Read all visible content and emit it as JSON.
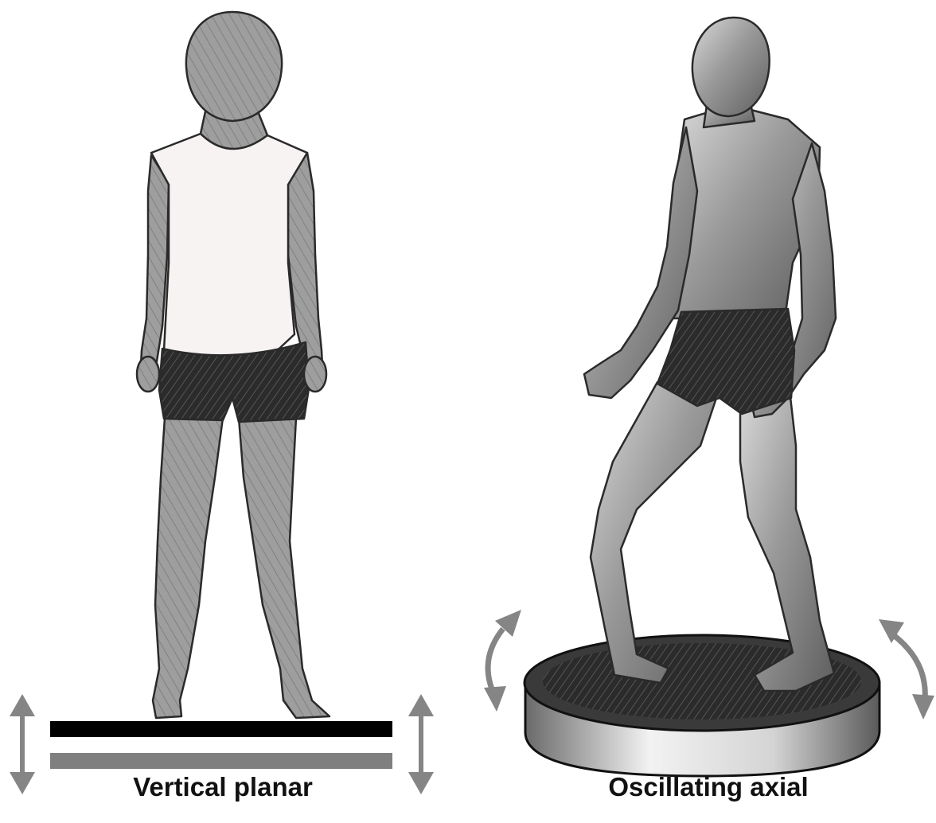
{
  "panels": [
    {
      "id": "vertical",
      "caption": "Vertical planar",
      "figure": "standing-person-sketch",
      "motion_icon": "up-down-arrow-icon",
      "platform": "flat-plate-pair"
    },
    {
      "id": "oscillating",
      "caption": "Oscillating axial",
      "figure": "bent-knee-person-sketch",
      "motion_icon": "curved-double-arrow-icon",
      "platform": "round-platform"
    }
  ],
  "colors": {
    "background": "#ffffff",
    "outline": "#2a2a2a",
    "skin_dark": "#7a7a7a",
    "skin_light": "#b8b8b8",
    "shirt": "#f7f2f2",
    "shorts": "#1b1b1b",
    "plate_top": "#000000",
    "plate_bottom": "#7f7f7f",
    "arrow": "#858585"
  }
}
